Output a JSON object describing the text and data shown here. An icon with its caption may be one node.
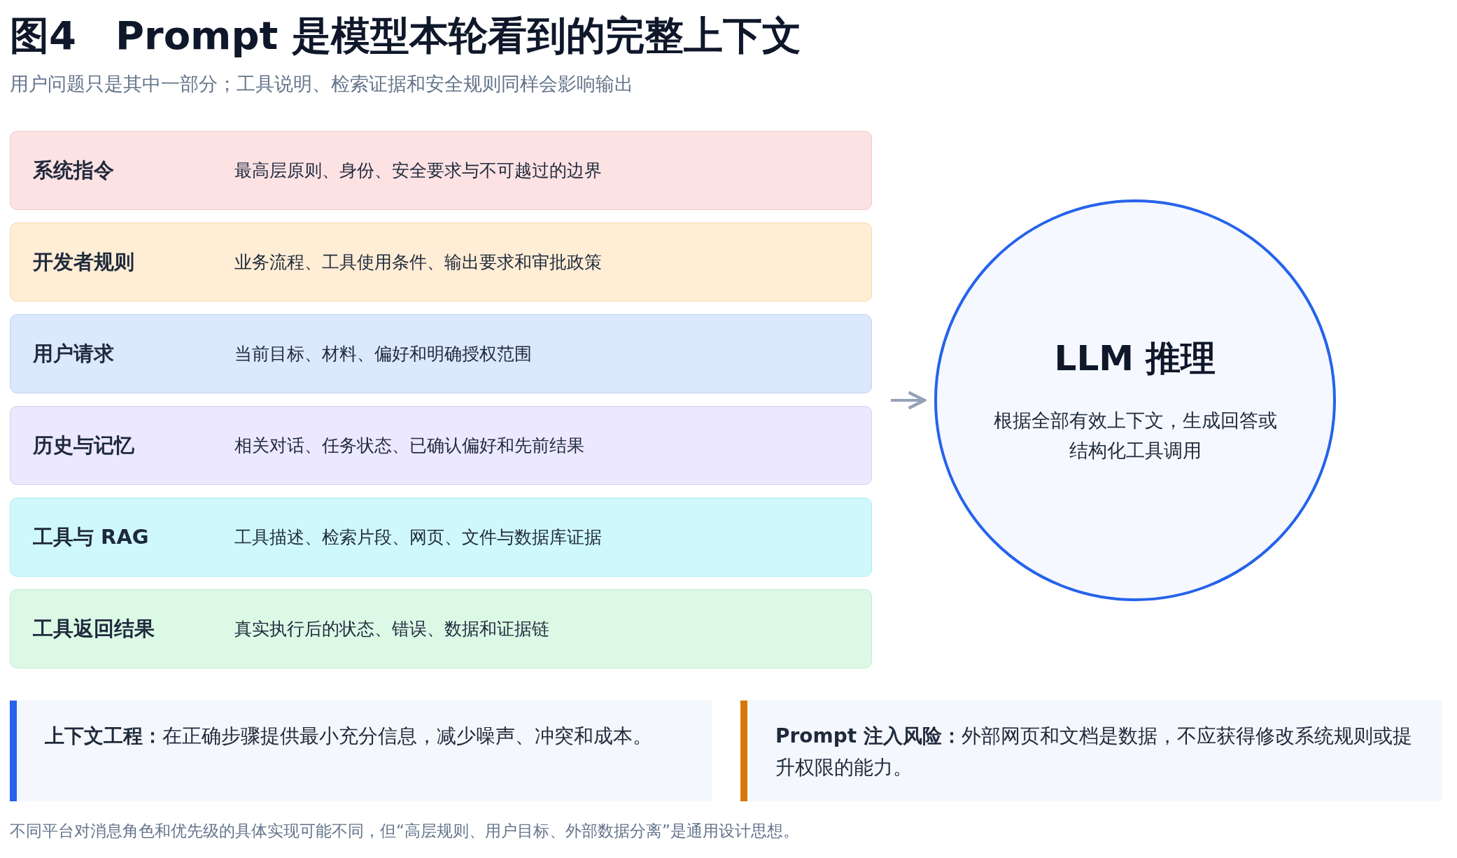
{
  "diagram": {
    "title": "图4　Prompt 是模型本轮看到的完整上下文",
    "caption": "不同平台对消息角色和优先级的具体实现可能不同，但“高层规则、用户目标、外部数据分离”是通用设计思想。",
    "nodes": [
      {
        "text": [
          "系统指令",
          "最高层原则、身份、安全要求与不可越过的边界"
        ]
      },
      {
        "text": [
          "开发者规则",
          "业务流程、工具使用条件、输出要求和审批政策"
        ]
      },
      {
        "text": [
          "用户请求",
          "当前目标、材料、偏好和明确授权范围"
        ]
      },
      {
        "text": [
          "历史与记忆",
          "相关对话、任务状态、已确认偏好和先前结果"
        ]
      },
      {
        "text": [
          "工具与 RAG",
          "工具描述、检索片段、网页、文件与数据库证据"
        ]
      },
      {
        "text": [
          "工具返回结果",
          "真实执行后的状态、错误、数据和证据链"
        ]
      },
      {
        "text": [
          "LLM 推理",
          "根据全部有效上下文，生成回答或结构化工具调用"
        ]
      },
      {
        "text": [
          "**上下文工程：**在正确步骤提供最小充分信息，减少噪声、冲突和成本。"
        ]
      },
      {
        "text": [
          "**Prompt 注入风险：**外部网页和文档是数据，不应获得修改系统规则或提升权限的能力。"
        ]
      }
    ],
    "edges": [
      {
        "from": null,
        "to": 6,
        "arrow": "to"
      }
    ],
    "labels": [
      "用户问题只是其中一部分；工具说明、检索证据和安全规则同样会影响输出"
    ]
  }
}
